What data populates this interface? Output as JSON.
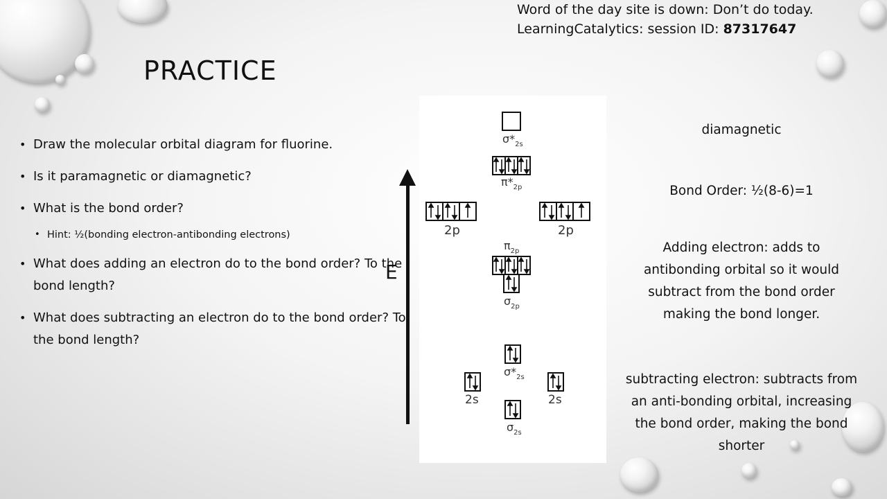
{
  "header_note": {
    "line1": "Word of the day site is down: Don’t do today.",
    "line2_prefix": "LearningCatalytics: session ID: ",
    "session_id": "87317647"
  },
  "title": "PRACTICE",
  "bullets": [
    {
      "text": "Draw the molecular orbital diagram for fluorine."
    },
    {
      "text": "Is it paramagnetic or diamagnetic?"
    },
    {
      "text": "What is the bond order?"
    },
    {
      "text": "Hint: ½(bonding electron-antibonding electrons)"
    },
    {
      "text": "What does adding an electron do to the bond order? To the bond length?"
    },
    {
      "text": "What does subtracting an electron do to the bond order? To the bond length?"
    }
  ],
  "diagram": {
    "axis_label": "E",
    "labels": {
      "sigma_star_2p": "σ*2s",
      "pi_star_2p": "π*2p",
      "left_2p": "2p",
      "right_2p": "2p",
      "pi_2p": "π2p",
      "sigma_2p": "σ2p",
      "sigma_star_2s": "σ*2s",
      "left_2s": "2s",
      "right_2s": "2s",
      "sigma_2s": "σ2s"
    }
  },
  "answers": {
    "magnetism": "diamagnetic",
    "bond_order": "Bond Order: ½(8-6)=1",
    "adding": "Adding electron: adds to antibonding orbital so it would subtract from the bond order making the bond longer.",
    "subtracting": "subtracting electron: subtracts from an anti-bonding orbital, increasing the bond order, making the bond shorter"
  }
}
